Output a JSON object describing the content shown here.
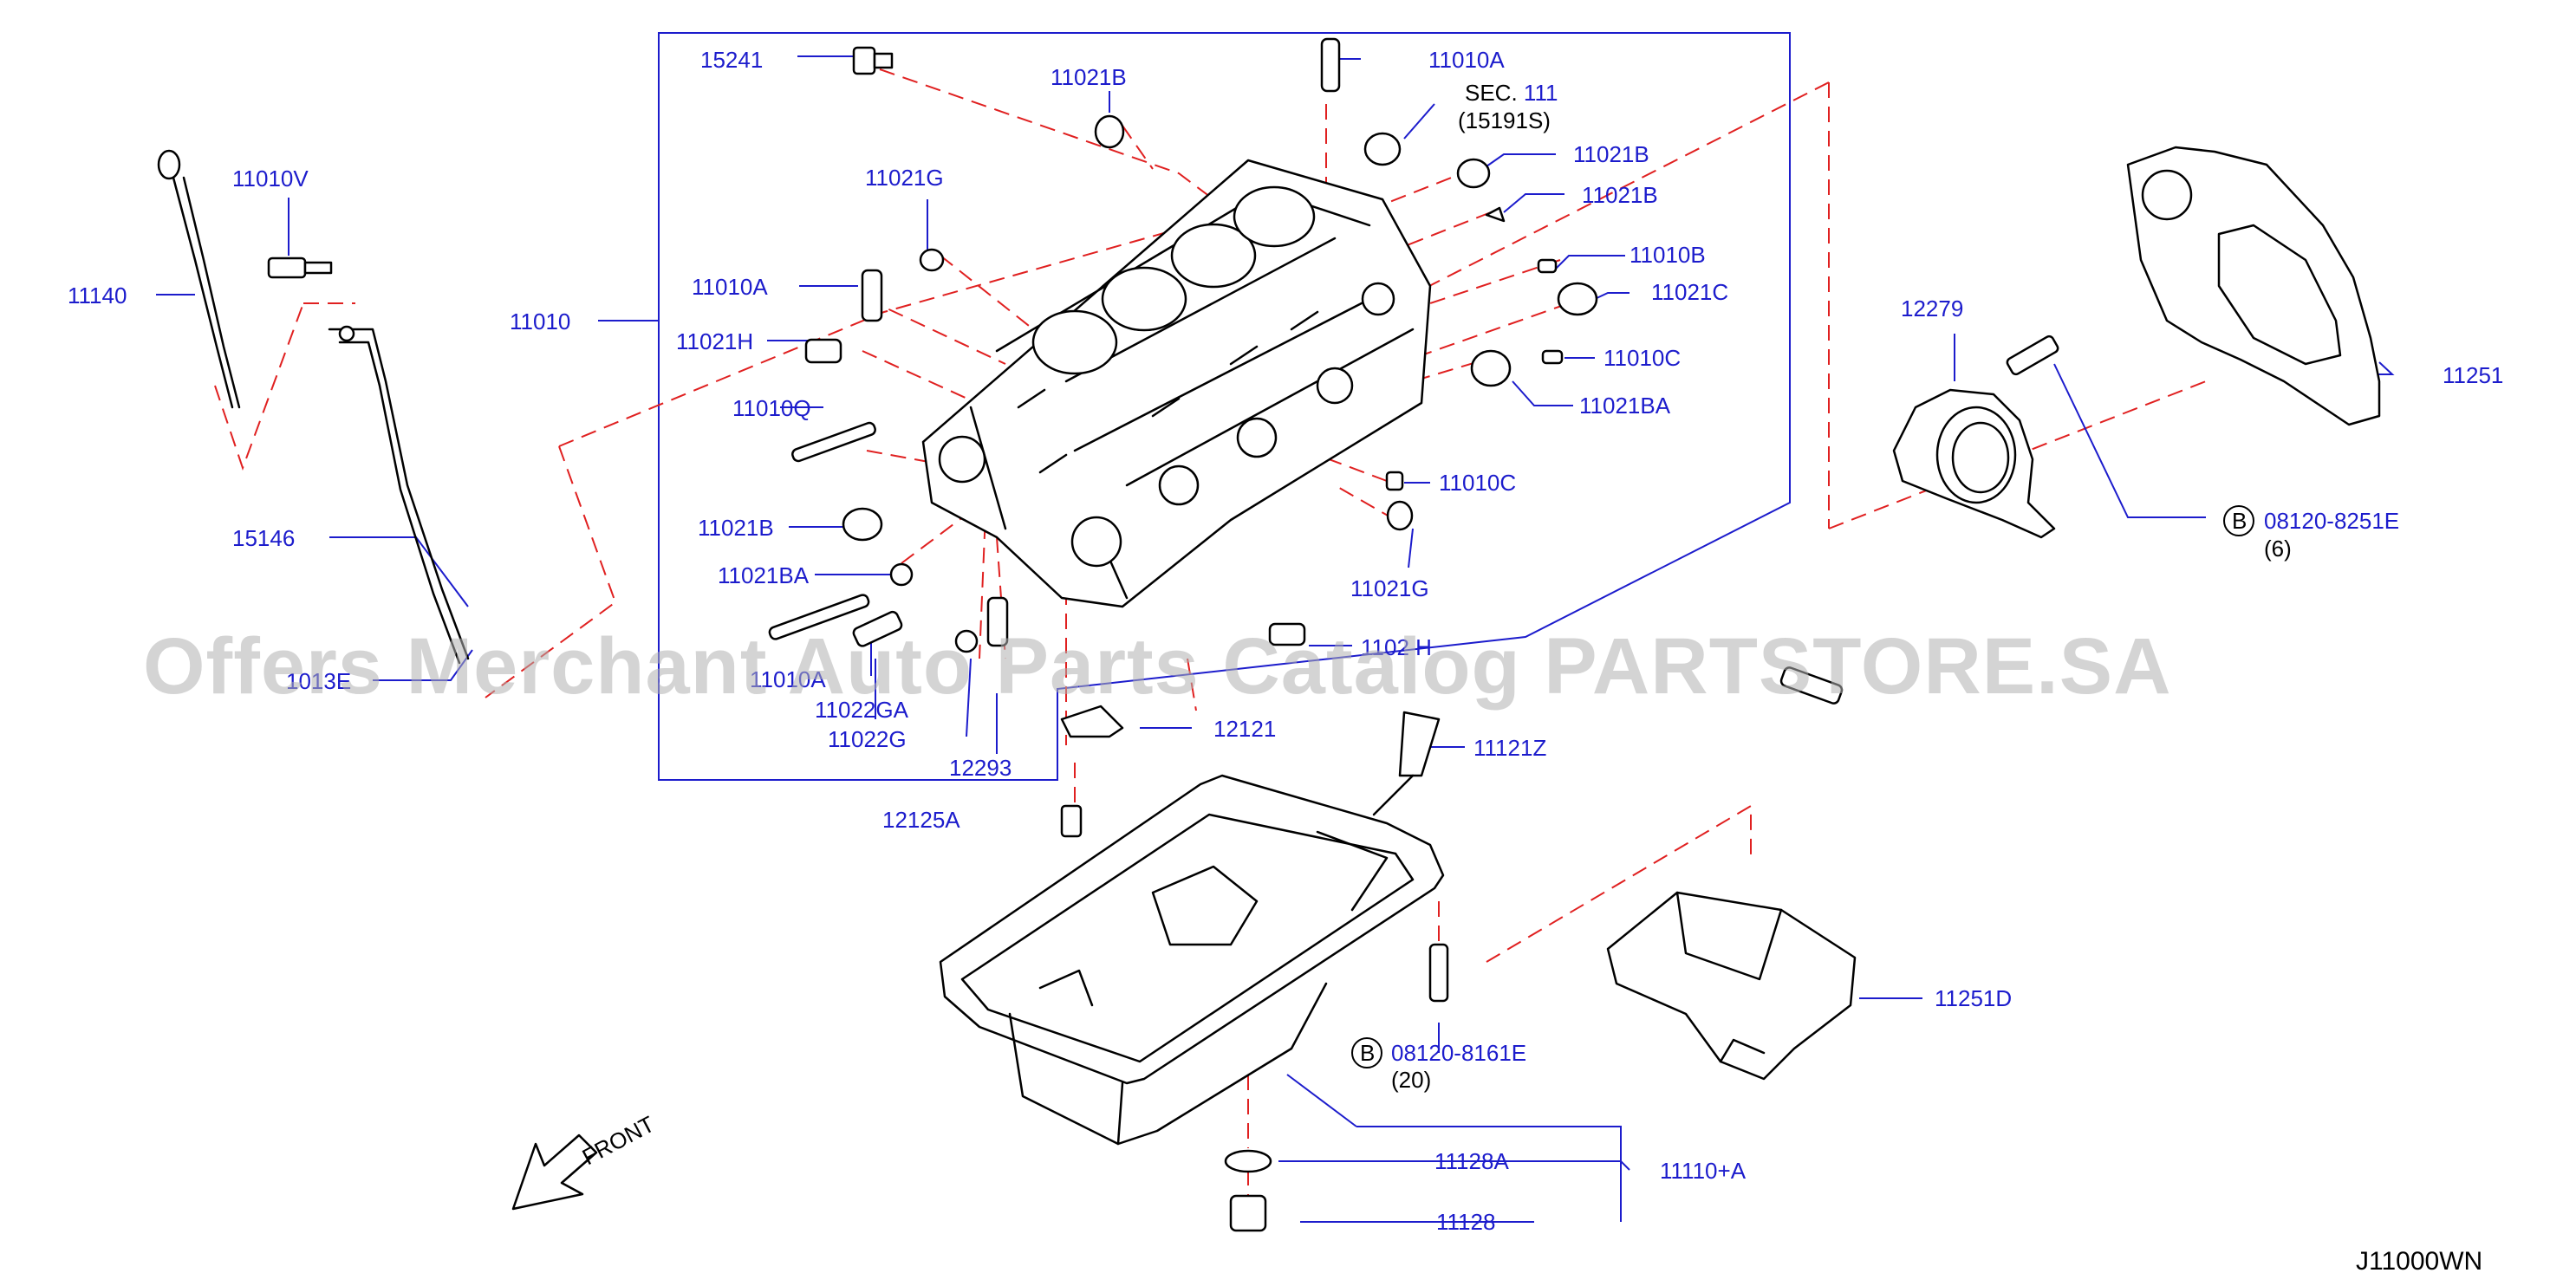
{
  "watermark": "Offers Merchant Auto Parts Catalog PARTSTORE.SA",
  "diagram_code": "J11000WN",
  "front_label": "FRONT",
  "callouts": {
    "p15241": "15241",
    "p11021B_top": "11021B",
    "p11010A_top": "11010A",
    "sec": "SEC. ",
    "sec_num": "111",
    "sec_sub": "(15191S)",
    "p11021B_r1": "11021B",
    "p11021B_r2": "11021B",
    "p11010B": "11010B",
    "p11021C": "11021C",
    "p11010C_r": "11010C",
    "p11021BA_r": "11021BA",
    "p11010C_low": "11010C",
    "p11021G_low": "11021G",
    "p11021G_top": "11021G",
    "p11010A_mid": "11010A",
    "p11021H": "11021H",
    "p11010Q": "11010Q",
    "p11021B_left": "11021B",
    "p11021BA_left": "11021BA",
    "p11010V": "11010V",
    "p11140": "11140",
    "p11010": "11010",
    "p15146": "15146",
    "p1013E": "1013E",
    "p11010AA": "11010A",
    "p11022GA": "11022GA",
    "p11022G": "11022G",
    "p12293": "12293",
    "p12121": "12121",
    "p1102H": "1102 H",
    "p11121Z": "11121Z",
    "p12125A": "12125A",
    "p12279": "12279",
    "p11251": "11251",
    "p08120_8251E_circle": "B",
    "p08120_8251E": "08120-8251E",
    "p08120_8251E_qty": "(6)",
    "p08120_8161E_circle": "B",
    "p08120_8161E": "08120-8161E",
    "p08120_8161E_qty": "(20)",
    "p11251D": "11251D",
    "p11128A": "11128A",
    "p11128": "11128",
    "p11110A": "11110+A"
  },
  "colors": {
    "label_blue": "#1c1ccc",
    "dash_red": "#e02020",
    "ink_black": "#000000",
    "watermark_grey": "#b0b0b0"
  }
}
